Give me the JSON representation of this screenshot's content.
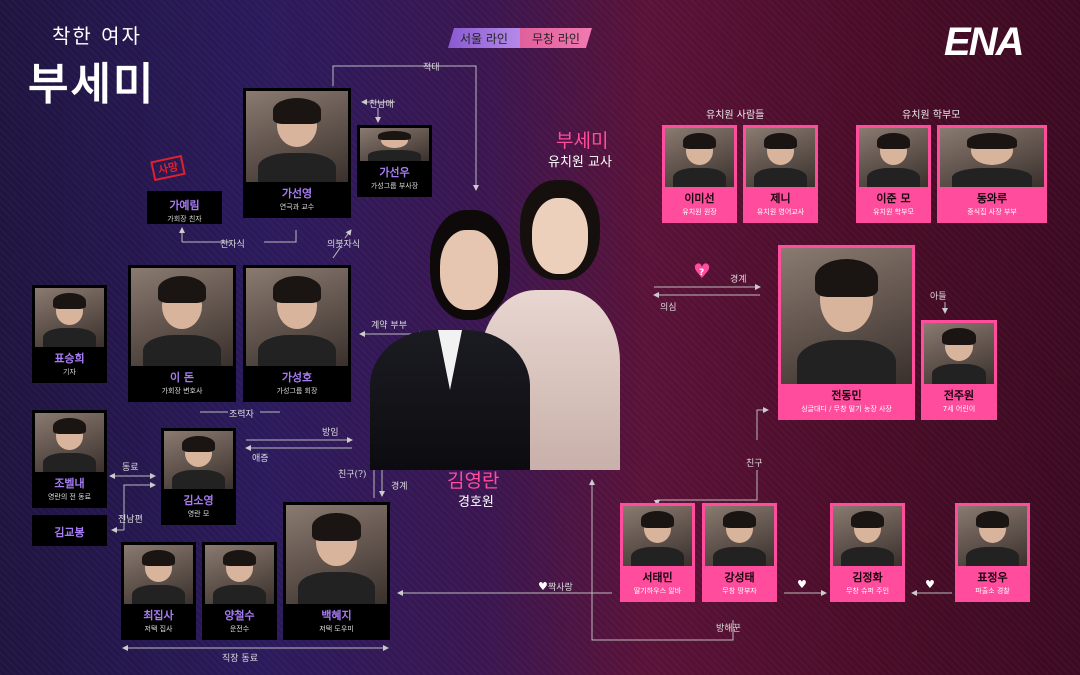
{
  "title": {
    "line1": "착한 여자",
    "line2": "부세미"
  },
  "logo": "ENA",
  "tabs": [
    "서울 라인",
    "무창 라인"
  ],
  "colors": {
    "seoul_accent": "#a77cf5",
    "muchang_accent": "#ff4c9c"
  },
  "leads": {
    "busemi": {
      "name": "부세미",
      "role": "유치원 교사"
    },
    "kimyoungran": {
      "name": "김영란",
      "role": "경호원"
    }
  },
  "stamp": "사망",
  "groups": {
    "kindergarten_people": "유치원 사람들",
    "kindergarten_parents": "유치원 학부모"
  },
  "seoul": [
    {
      "name": "가선영",
      "role": "연극과 교수"
    },
    {
      "name": "가선우",
      "role": "가성그룹 부사장"
    },
    {
      "name": "가예림",
      "role": "가회장 친자"
    },
    {
      "name": "표승희",
      "role": "기자"
    },
    {
      "name": "이 돈",
      "role": "가회장 변호사"
    },
    {
      "name": "가성호",
      "role": "가성그룹 회장"
    },
    {
      "name": "조벨내",
      "role": "영란의 전 동료"
    },
    {
      "name": "김소영",
      "role": "영란 모"
    },
    {
      "name": "김교봉",
      "role": ""
    },
    {
      "name": "최집사",
      "role": "저택 집사"
    },
    {
      "name": "양철수",
      "role": "운전수"
    },
    {
      "name": "백혜지",
      "role": "저택 도우미"
    }
  ],
  "muchang": [
    {
      "name": "이미선",
      "role": "유치원 원장"
    },
    {
      "name": "제니",
      "role": "유치원 영어교사"
    },
    {
      "name": "이준 모",
      "role": "유치원 학부모"
    },
    {
      "name": "동와루",
      "role": "중식집 사장 부부"
    },
    {
      "name": "전동민",
      "role": "싱글대디 / 무창 딸기 농장 사장"
    },
    {
      "name": "전주원",
      "role": "7세 어린이"
    },
    {
      "name": "서태민",
      "role": "딸기하우스 알바"
    },
    {
      "name": "강성태",
      "role": "무창 땅부자"
    },
    {
      "name": "김정화",
      "role": "무창 슈퍼 주인"
    },
    {
      "name": "표정우",
      "role": "파출소 경찰"
    }
  ],
  "relations": [
    "적대",
    "친남매",
    "친자식",
    "의붓자식",
    "계약 부부",
    "조력자",
    "방임",
    "애증",
    "동료",
    "전남편",
    "친구(?)",
    "경계",
    "직장 동료",
    "짝사랑",
    "방해꾼",
    "친구",
    "경계",
    "의심",
    "아들"
  ],
  "question_mark": "?"
}
